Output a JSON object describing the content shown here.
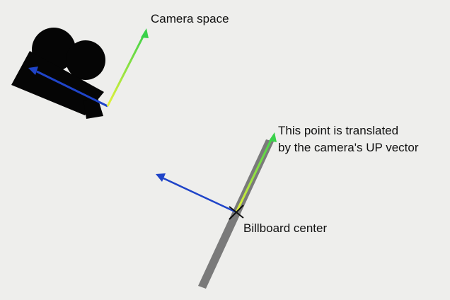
{
  "labels": {
    "camera_space": "Camera space",
    "translated_line1": "This point is translated",
    "translated_line2": "by the camera's UP vector",
    "billboard_center": "Billboard center"
  },
  "colors": {
    "background": "#eeeeec",
    "camera_body": "#050505",
    "right_vector": "#1f44c8",
    "up_vector_start": "#3ad14a",
    "up_vector_end": "#e6f23a",
    "billboard": "#7a7a7a",
    "text": "#111111"
  },
  "icons": {
    "camera": "movie-camera-icon"
  }
}
